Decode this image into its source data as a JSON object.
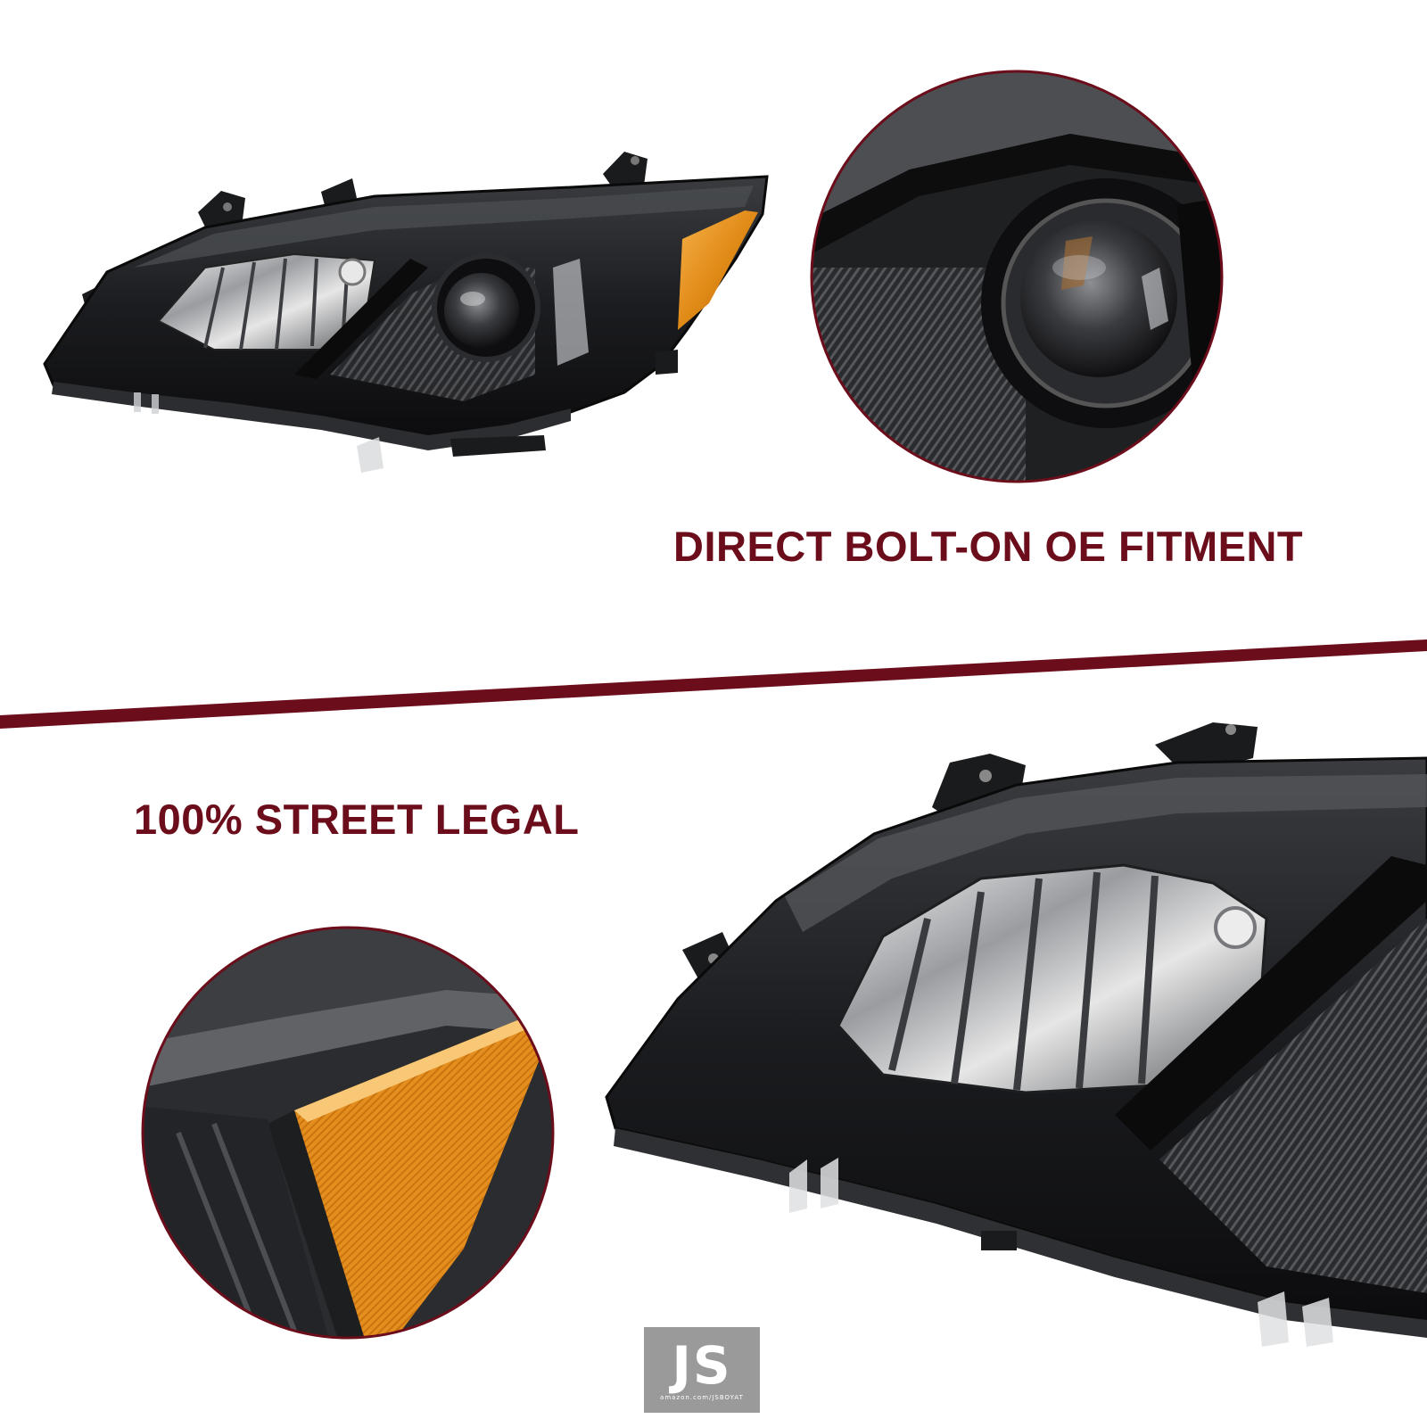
{
  "headlines": {
    "fitment": "DIRECT BOLT-ON OE FITMENT",
    "street_legal": "100% STREET LEGAL"
  },
  "logo": {
    "mark": "JS",
    "subtext": "amazon.com/JSBOYAT"
  },
  "colors": {
    "accent": "#6b0d1a",
    "amber": "#e8921c",
    "housing": "#17181a",
    "logo_bg": "#9a9a9a"
  },
  "icons": [
    "headlight-full-image",
    "projector-closeup-image",
    "amber-marker-closeup-image",
    "headlight-angle-closeup-image",
    "js-logo"
  ]
}
